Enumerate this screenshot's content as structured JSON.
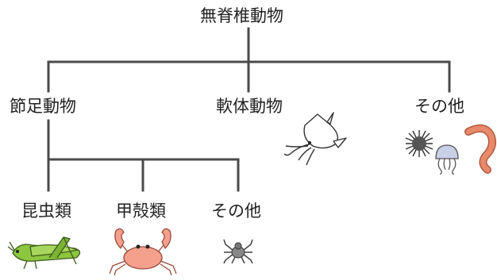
{
  "root": "無脊椎動物",
  "level1": {
    "arthropods": "節足動物",
    "molluscs": "軟体動物",
    "other": "その他"
  },
  "level2": {
    "insects": "昆虫類",
    "crustaceans": "甲殻類",
    "other": "その他"
  },
  "colors": {
    "line": "#4a4a4a",
    "grasshopper": "#8cc63f",
    "crab": "#f4a08c",
    "squid": "#ffffff",
    "urchin": "#555555",
    "jellyfish": "#c9cfe6",
    "worm": "#e8896c",
    "spider": "#888888"
  },
  "icons": [
    "grasshopper-icon",
    "crab-icon",
    "spider-icon",
    "squid-icon",
    "sea-urchin-icon",
    "jellyfish-icon",
    "earthworm-icon"
  ]
}
